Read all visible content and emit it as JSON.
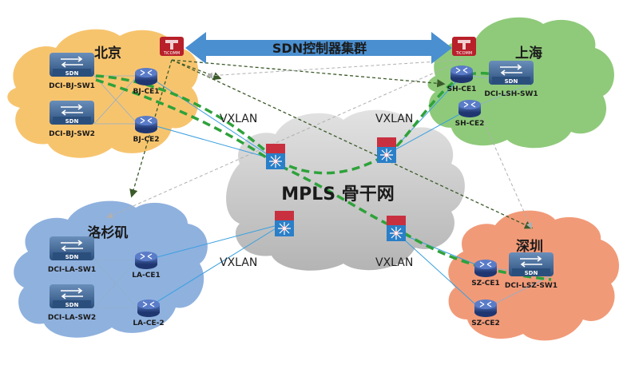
{
  "diagram": {
    "title": "SDN控制器集群",
    "backbone_label": "MPLS 骨干网",
    "vxlan_labels": [
      "VXLAN",
      "VXLAN",
      "VXLAN",
      "VXLAN"
    ],
    "controllers": [
      {
        "id": "ctrl-bj",
        "label": "TiCOMM"
      },
      {
        "id": "ctrl-sh",
        "label": "TiCOMM"
      }
    ],
    "sites": [
      {
        "id": "bj",
        "name": "北京",
        "color": "#f7c46e",
        "switches": [
          "DCI-BJ-SW1",
          "DCI-BJ-SW2"
        ],
        "routers": [
          "BJ-CE1",
          "BJ-CE2"
        ]
      },
      {
        "id": "sh",
        "name": "上海",
        "color": "#8fca7a",
        "switches": [
          "DCI-LSH-SW1"
        ],
        "routers": [
          "SH-CE1",
          "SH-CE2"
        ]
      },
      {
        "id": "la",
        "name": "洛杉矶",
        "color": "#8fb1de",
        "switches": [
          "DCI-LA-SW1",
          "DCI-LA-SW2"
        ],
        "routers": [
          "LA-CE1",
          "LA-CE-2"
        ]
      },
      {
        "id": "sz",
        "name": "深圳",
        "color": "#f19a78",
        "switches": [
          "DCI-LSZ-SW1"
        ],
        "routers": [
          "SZ-CE1",
          "SZ-CE2"
        ]
      }
    ],
    "switch_badge": "SDN",
    "colors": {
      "backbone_cloud": "#c8c8c8",
      "arrow": "#4a8fd0",
      "path": "#2ea23a",
      "link": "#3aa0e0",
      "control": "#3b5a2a",
      "router": "#2c4a8c",
      "switch": "#3c6290",
      "controller": "#b8202a"
    }
  }
}
